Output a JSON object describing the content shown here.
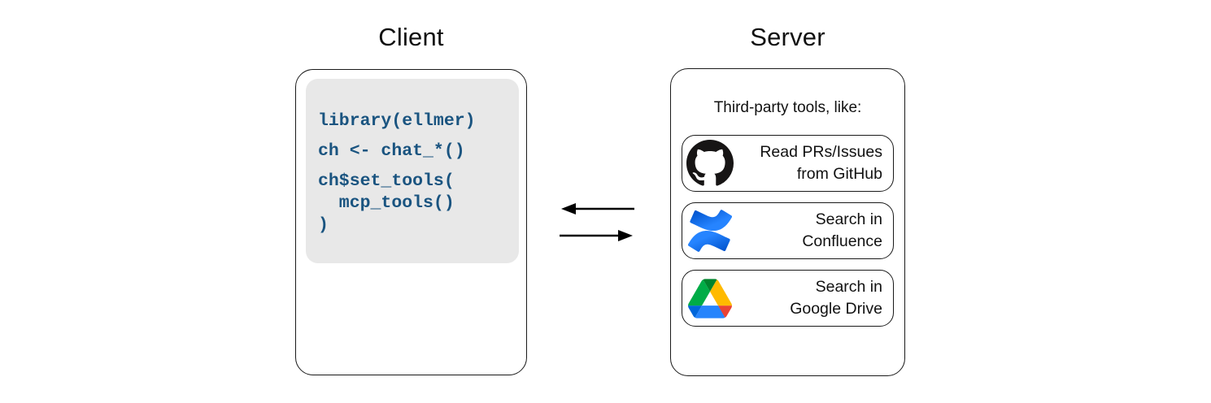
{
  "client": {
    "title": "Client",
    "code_statements": [
      "library(ellmer)",
      "ch <- chat_*()",
      "ch$set_tools(\n  mcp_tools()\n)"
    ]
  },
  "arrows": {
    "top": "server-to-client-left-arrow",
    "bottom": "client-to-server-right-arrow"
  },
  "server": {
    "title": "Server",
    "subtitle": "Third-party tools, like:",
    "tools": [
      {
        "icon": "github-icon",
        "line1": "Read PRs/Issues",
        "line2": "from GitHub"
      },
      {
        "icon": "confluence-icon",
        "line1": "Search in",
        "line2": "Confluence"
      },
      {
        "icon": "google-drive-icon",
        "line1": "Search in",
        "line2": "Google Drive"
      }
    ]
  },
  "colors": {
    "code_text": "#1a5480",
    "code_background": "#e8e8e8",
    "outline": "#1a1a1a",
    "github_black": "#171515",
    "confluence_blue": "#2684FF",
    "confluence_blue_dark": "#0052CC",
    "drive_dark_green": "#00832d",
    "drive_green": "#00ac47",
    "drive_yellow": "#ffba00",
    "drive_blue": "#2684fc",
    "drive_dark_blue": "#0066da",
    "drive_red": "#ea4335"
  }
}
